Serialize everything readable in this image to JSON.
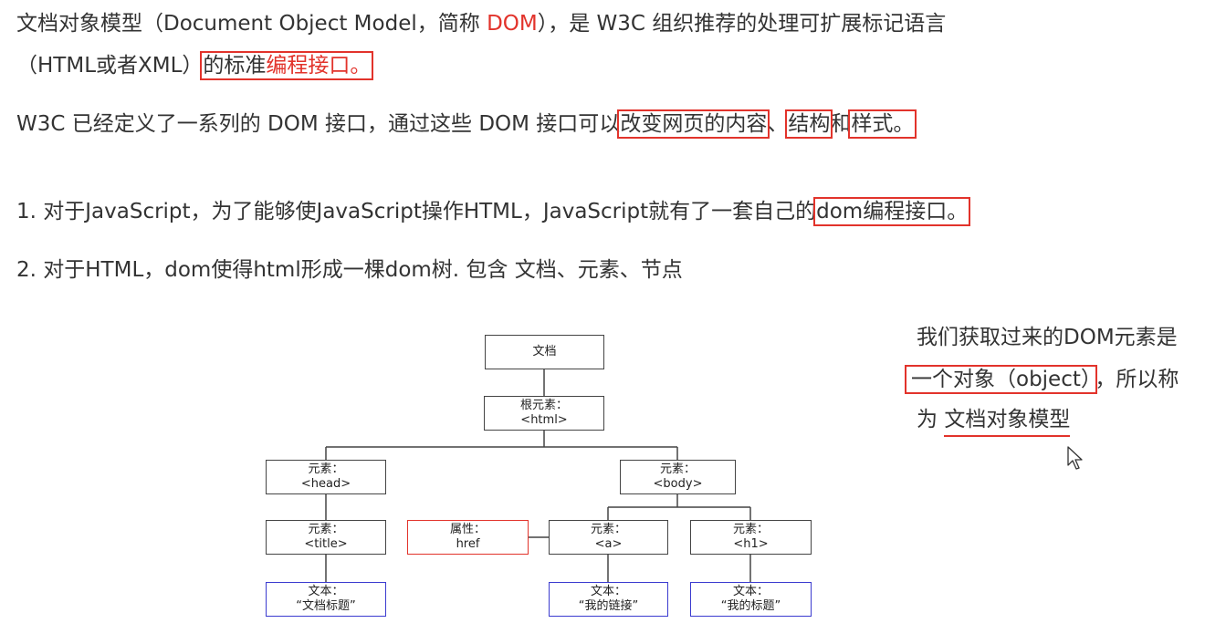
{
  "paragraph1": {
    "prefix": "文档对象模型（Document Object Model，简称 ",
    "dom": "DOM",
    "suffix": "），是 W3C 组织推荐的处理可扩展标记语言",
    "line2_prefix": "（HTML或者XML）",
    "line2_boxed_plain": "的标准",
    "line2_boxed_red": "编程接口。"
  },
  "paragraph2": {
    "prefix": "W3C 已经定义了一系列的 DOM 接口，通过这些 DOM 接口可以",
    "box1": "改变网页的内容",
    "sep": "、",
    "box2": "结构",
    "mid": "和",
    "box3": "样式。"
  },
  "list": {
    "item1_prefix": "1. 对于JavaScript，为了能够使JavaScript操作HTML，JavaScript就有了一套自己的",
    "item1_boxed": "dom编程接口。",
    "item2": "2. 对于HTML，dom使得html形成一棵dom树. 包含 文档、元素、节点"
  },
  "tree": {
    "document": "文档",
    "root_label": "根元素：",
    "root_tag": "<html>",
    "head_label": "元素：",
    "head_tag": "<head>",
    "body_label": "元素：",
    "body_tag": "<body>",
    "title_label": "元素：",
    "title_tag": "<title>",
    "attr_label": "属性：",
    "attr_value": "href",
    "a_label": "元素：",
    "a_tag": "<a>",
    "h1_label": "元素：",
    "h1_tag": "<h1>",
    "text1_label": "文本：",
    "text1_value": "“文档标题”",
    "text2_label": "文本：",
    "text2_value": "“我的链接”",
    "text3_label": "文本：",
    "text3_value": "“我的标题”"
  },
  "side_note": {
    "line1": "我们获取过来的DOM元素是",
    "line2_boxed": "一个对象（object）",
    "line2_rest": "，所以称",
    "line3_prefix": "为 ",
    "line3_underlined": "文档对象模型"
  },
  "colors": {
    "accent_red": "#e2332b",
    "text_node_blue": "#3b3bcf"
  }
}
